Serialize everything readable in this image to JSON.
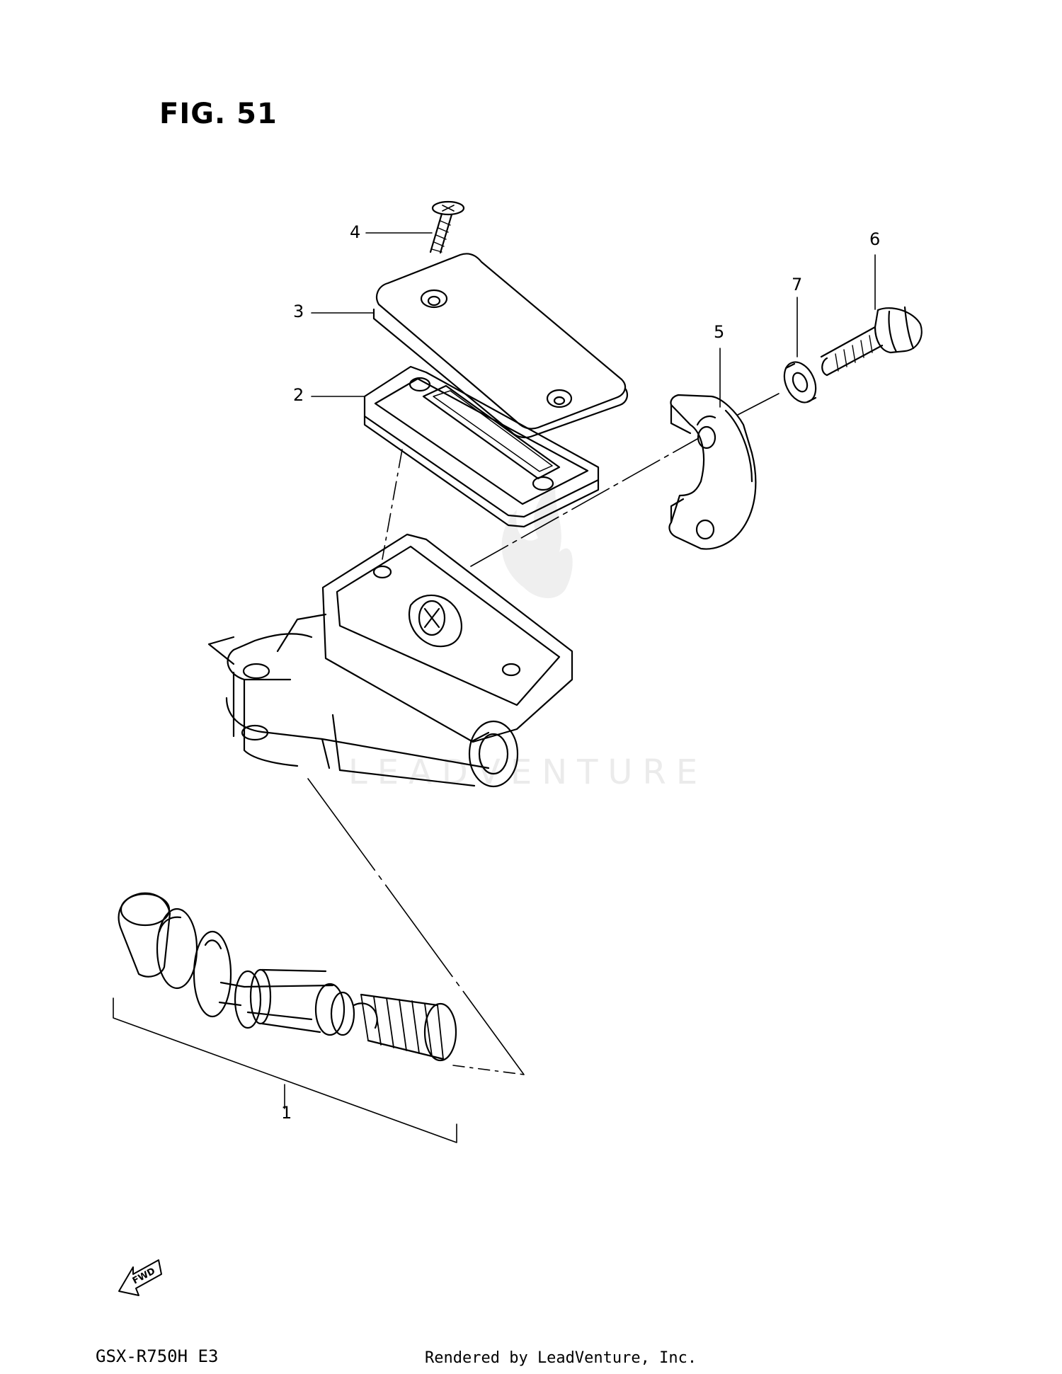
{
  "figure": {
    "title": "FIG. 51"
  },
  "callouts": [
    {
      "id": "1",
      "label": "1"
    },
    {
      "id": "2",
      "label": "2"
    },
    {
      "id": "3",
      "label": "3"
    },
    {
      "id": "4",
      "label": "4"
    },
    {
      "id": "5",
      "label": "5"
    },
    {
      "id": "6",
      "label": "6"
    },
    {
      "id": "7",
      "label": "7"
    }
  ],
  "fwd_badge": {
    "label": "FWD",
    "icon": "fwd-arrow-icon"
  },
  "watermark": {
    "text": "LEADVENTURE",
    "logo": "leadventure-flame-logo"
  },
  "footer": {
    "model": "GSX-R750H  E3",
    "credit": "Rendered by LeadVenture, Inc."
  },
  "colors": {
    "line": "#000000",
    "background": "#ffffff",
    "watermark": "#ebebeb"
  }
}
